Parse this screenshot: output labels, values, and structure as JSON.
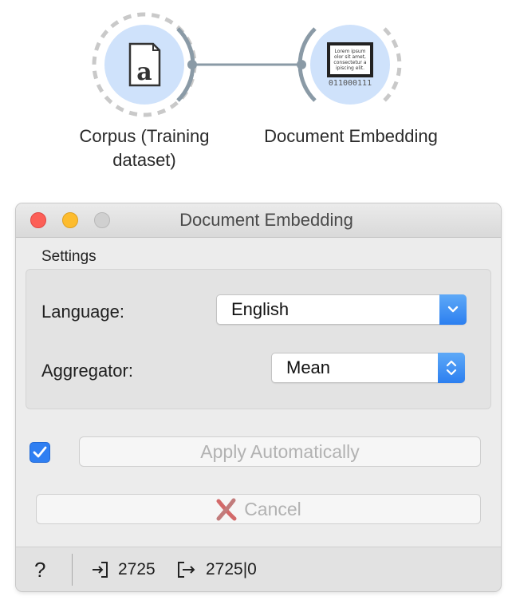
{
  "workflow": {
    "nodes": [
      {
        "label": "Corpus (Training\ndataset)",
        "icon": "corpus-icon"
      },
      {
        "label": "Document Embedding",
        "icon": "document-embedding-icon",
        "icon_text": [
          "Lorem ipsum",
          "olor sit amet,",
          "consectetur a",
          "ipiscing elit."
        ],
        "icon_binary": "011000111"
      }
    ]
  },
  "window": {
    "title": "Document Embedding",
    "settings": {
      "box_title": "Settings",
      "language_label": "Language:",
      "language_value": "English",
      "aggregator_label": "Aggregator:",
      "aggregator_value": "Mean"
    },
    "apply_checkbox_checked": true,
    "apply_button": "Apply Automatically",
    "cancel_button": "Cancel",
    "status": {
      "help_icon": "?",
      "input_count": "2725",
      "output_count": "2725|0"
    }
  },
  "colors": {
    "accent": "#2f7ff2",
    "node_fill": "#cfe2fb",
    "link": "#8a9aa6",
    "cancel_x": "#d36a6a"
  }
}
